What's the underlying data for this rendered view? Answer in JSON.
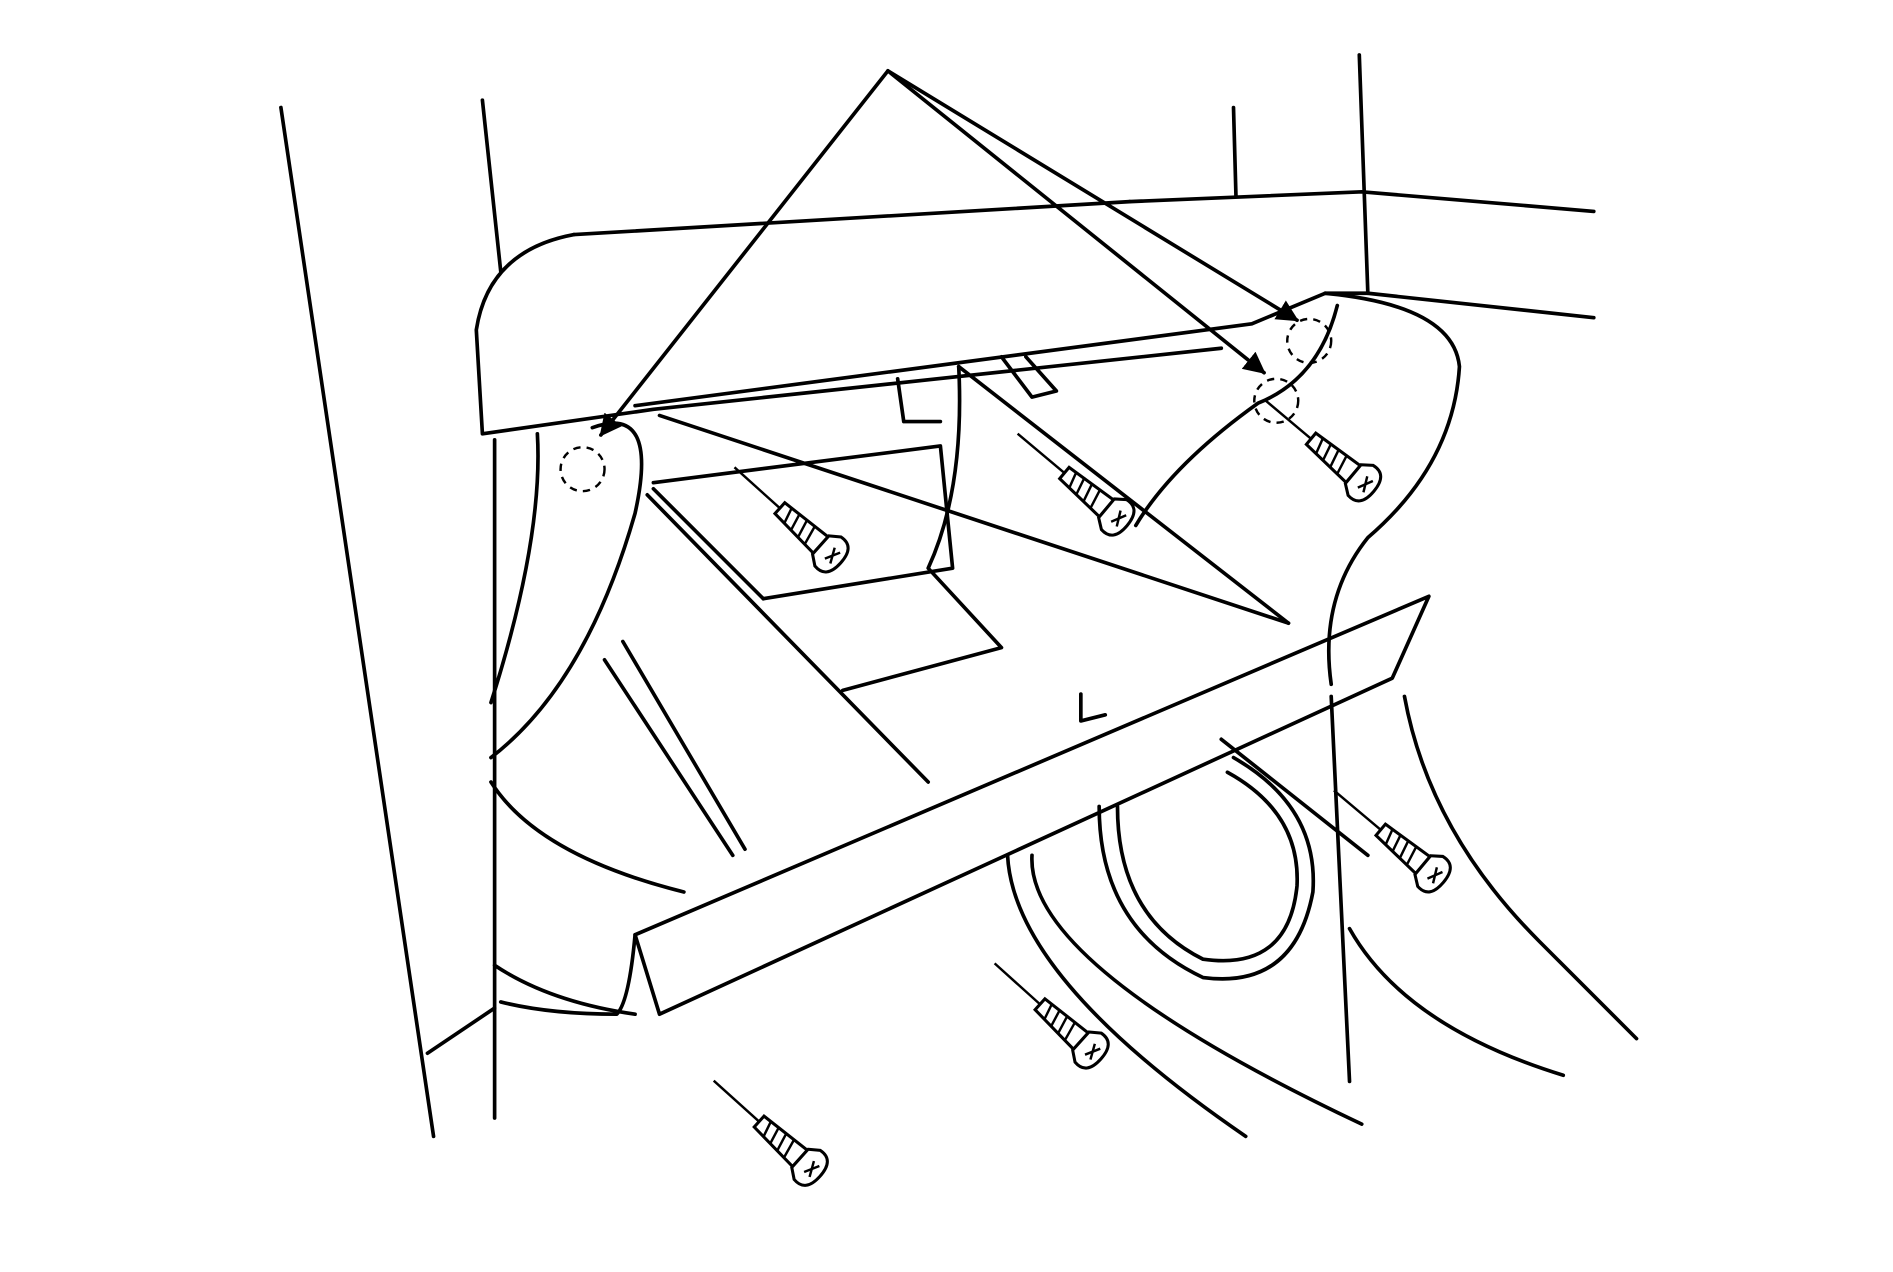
{
  "diagram": {
    "subject": "glove-box-removal-screws",
    "line_color": "#000000",
    "background_color": "#ffffff",
    "screw_count": 6,
    "hidden_fastener_count": 3,
    "icons": [
      "screw-icon",
      "arrow-icon",
      "dashed-circle-fastener-icon"
    ]
  }
}
